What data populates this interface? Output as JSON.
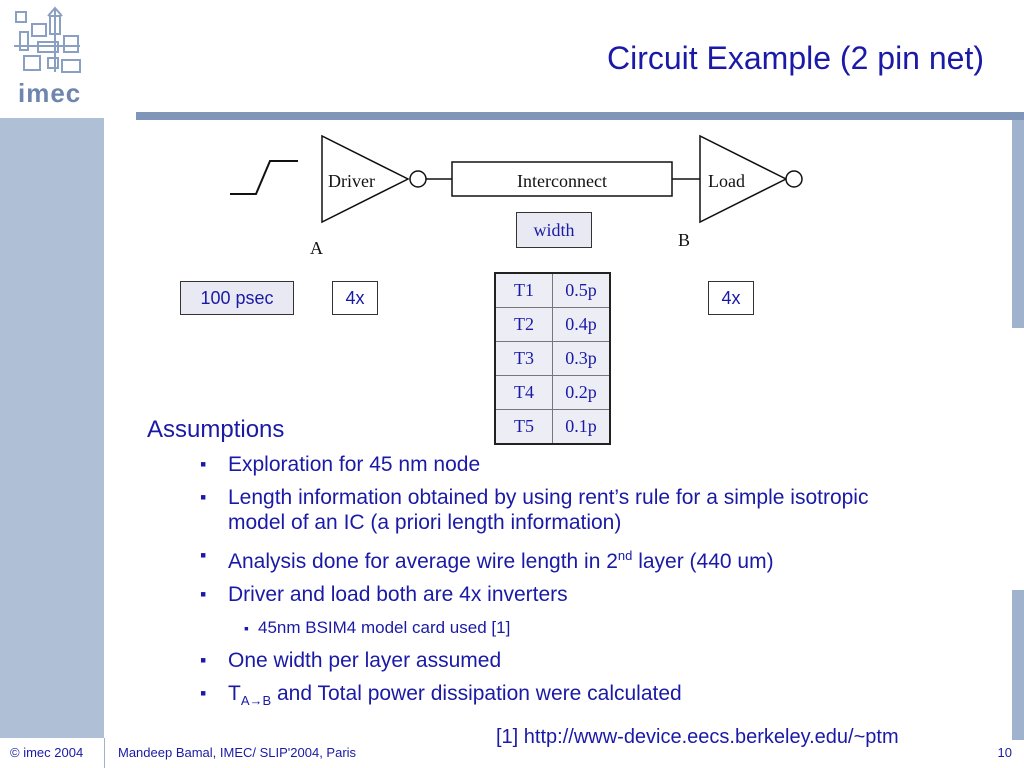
{
  "header": {
    "title": "Circuit Example (2 pin net)",
    "logo_text": "imec"
  },
  "diagram": {
    "driver_label": "Driver",
    "interconnect_label": "Interconnect",
    "load_label": "Load",
    "width_label": "width",
    "node_a": "A",
    "node_b": "B",
    "input_rise": "100 psec",
    "driver_size": "4x",
    "load_size": "4x"
  },
  "timing_table": {
    "rows": [
      {
        "name": "T1",
        "value": "0.5p"
      },
      {
        "name": "T2",
        "value": "0.4p"
      },
      {
        "name": "T3",
        "value": "0.3p"
      },
      {
        "name": "T4",
        "value": "0.2p"
      },
      {
        "name": "T5",
        "value": "0.1p"
      }
    ]
  },
  "assumptions": {
    "title": "Assumptions",
    "items": [
      {
        "text": "Exploration for 45 nm node"
      },
      {
        "text": "Length information obtained by using rent’s rule for a simple isotropic model of an IC (a priori length information)"
      },
      {
        "pre": "Analysis done for average wire length in 2",
        "sup": "nd",
        "post": " layer (440 um)"
      },
      {
        "text": "Driver and load both are 4x inverters"
      },
      {
        "text": "45nm BSIM4 model card used [1]"
      },
      {
        "text": "One width per layer assumed"
      },
      {
        "pre": "T",
        "sub": "A→B",
        "post": " and Total power dissipation were calculated"
      }
    ]
  },
  "reference": "[1] http://www-device.eecs.berkeley.edu/~ptm",
  "footer": {
    "copyright": "© imec 2004",
    "author": "Mandeep Bamal, IMEC/ SLIP'2004, Paris",
    "page": "10"
  },
  "colors": {
    "text": "#1a1aa6",
    "accent_bar": "#aebfd6",
    "rule": "#7f96b8"
  }
}
